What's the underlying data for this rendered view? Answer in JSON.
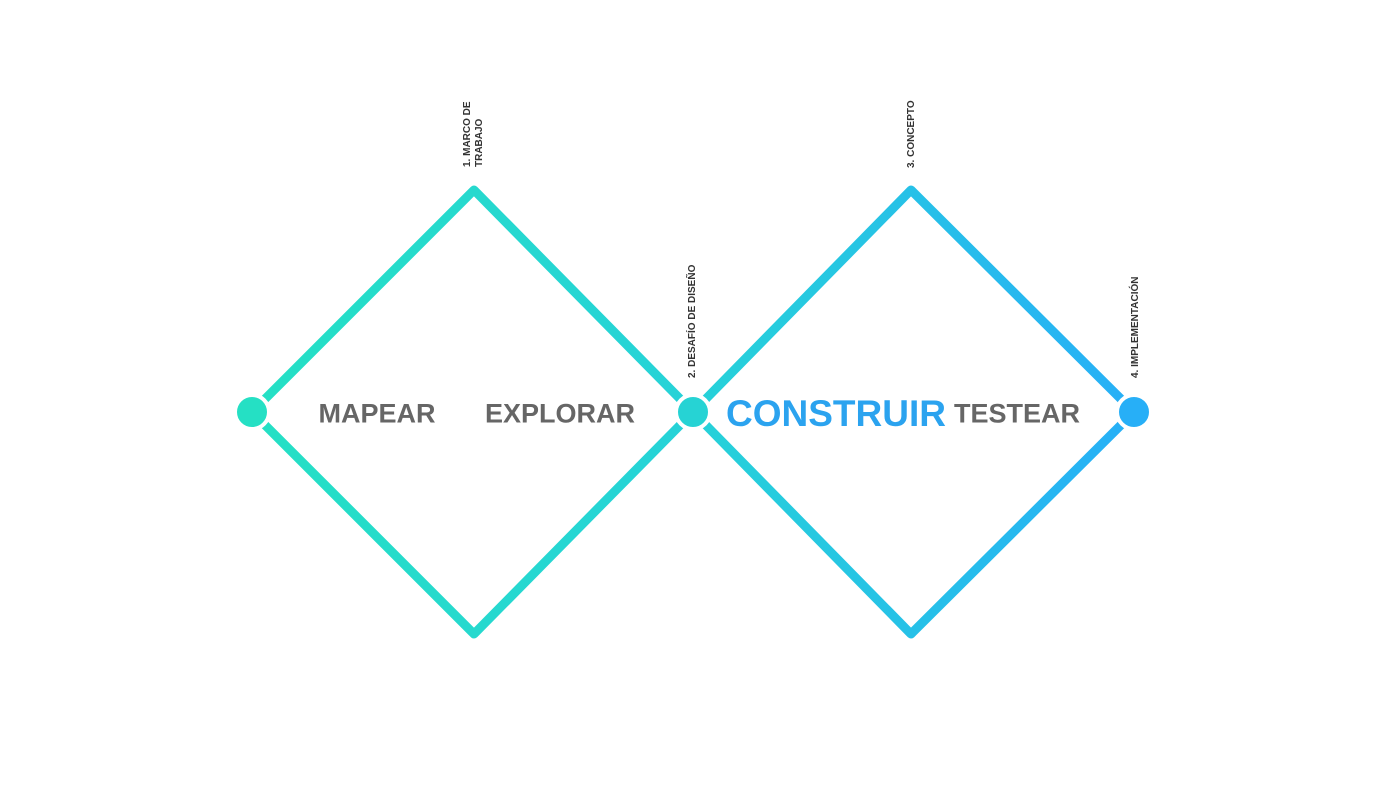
{
  "phases": [
    {
      "label": "MAPEAR"
    },
    {
      "label": "EXPLORAR"
    },
    {
      "label": "CONSTRUIR",
      "active": true
    },
    {
      "label": "TESTEAR"
    }
  ],
  "milestones": [
    {
      "line1": "1. MARCO DE",
      "line2": "TRABAJO"
    },
    {
      "line1": "2. DESAFÍO DE DISEÑO",
      "line2": ""
    },
    {
      "line1": "3. CONCEPTO",
      "line2": ""
    },
    {
      "line1": "4. IMPLEMENTACIÓN",
      "line2": ""
    }
  ],
  "colors": {
    "start": "#25e0c4",
    "end": "#27aff7",
    "active_text": "#2ba3ef",
    "phase_text": "#666666",
    "milestone_text": "#333333"
  }
}
